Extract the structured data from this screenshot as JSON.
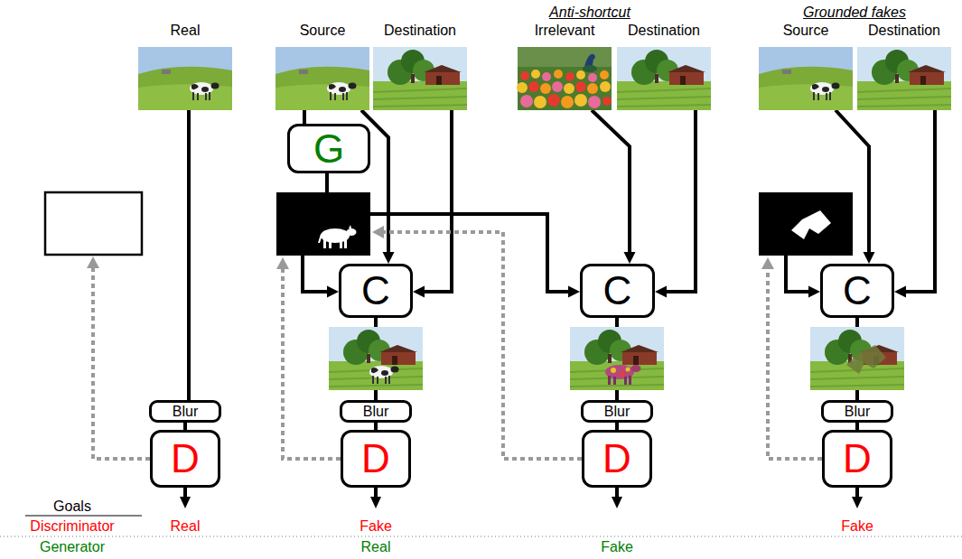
{
  "diagram": {
    "nodes": [
      {
        "text": [
          "Real"
        ]
      },
      {
        "text": [
          "Source"
        ]
      },
      {
        "text": [
          "Destination"
        ]
      },
      {
        "text": [
          "Irrelevant"
        ]
      },
      {
        "text": [
          "Destination"
        ]
      },
      {
        "text": [
          "Source"
        ]
      },
      {
        "text": [
          "Destination"
        ]
      },
      {
        "text": [
          "G"
        ]
      },
      {
        "text": [
          "C"
        ]
      },
      {
        "text": [
          "C"
        ]
      },
      {
        "text": [
          "C"
        ]
      },
      {
        "text": [
          "Blur"
        ]
      },
      {
        "text": [
          "Blur"
        ]
      },
      {
        "text": [
          "Blur"
        ]
      },
      {
        "text": [
          "Blur"
        ]
      },
      {
        "text": [
          "D"
        ]
      },
      {
        "text": [
          "D"
        ]
      },
      {
        "text": [
          "D"
        ]
      },
      {
        "text": [
          "D"
        ]
      }
    ],
    "edges": [
      {
        "from": 0,
        "to": 11,
        "arrow": "none"
      },
      {
        "from": 11,
        "to": 15,
        "arrow": "none"
      },
      {
        "from": 1,
        "to": 7,
        "arrow": "none"
      },
      {
        "from": 7,
        "to": 8,
        "arrow": "to"
      },
      {
        "from": 1,
        "to": 8,
        "arrow": "to"
      },
      {
        "from": 2,
        "to": 8,
        "arrow": "to"
      },
      {
        "from": 8,
        "to": 12,
        "arrow": "none"
      },
      {
        "from": 12,
        "to": 16,
        "arrow": "none"
      },
      {
        "from": 7,
        "to": 9,
        "arrow": "to"
      },
      {
        "from": 3,
        "to": 9,
        "arrow": "to"
      },
      {
        "from": 4,
        "to": 9,
        "arrow": "to"
      },
      {
        "from": 9,
        "to": 13,
        "arrow": "none"
      },
      {
        "from": 13,
        "to": 17,
        "arrow": "none"
      },
      {
        "from": 5,
        "to": 10,
        "arrow": "to"
      },
      {
        "from": 6,
        "to": 10,
        "arrow": "to"
      },
      {
        "from": 10,
        "to": 14,
        "arrow": "none"
      },
      {
        "from": 14,
        "to": 18,
        "arrow": "none"
      }
    ],
    "labels": [
      "Anti-shortcut",
      "Grounded fakes",
      "Goals",
      "Discriminator",
      "Generator",
      "Real",
      "Fake",
      "Fake",
      "Real",
      "Fake"
    ]
  }
}
